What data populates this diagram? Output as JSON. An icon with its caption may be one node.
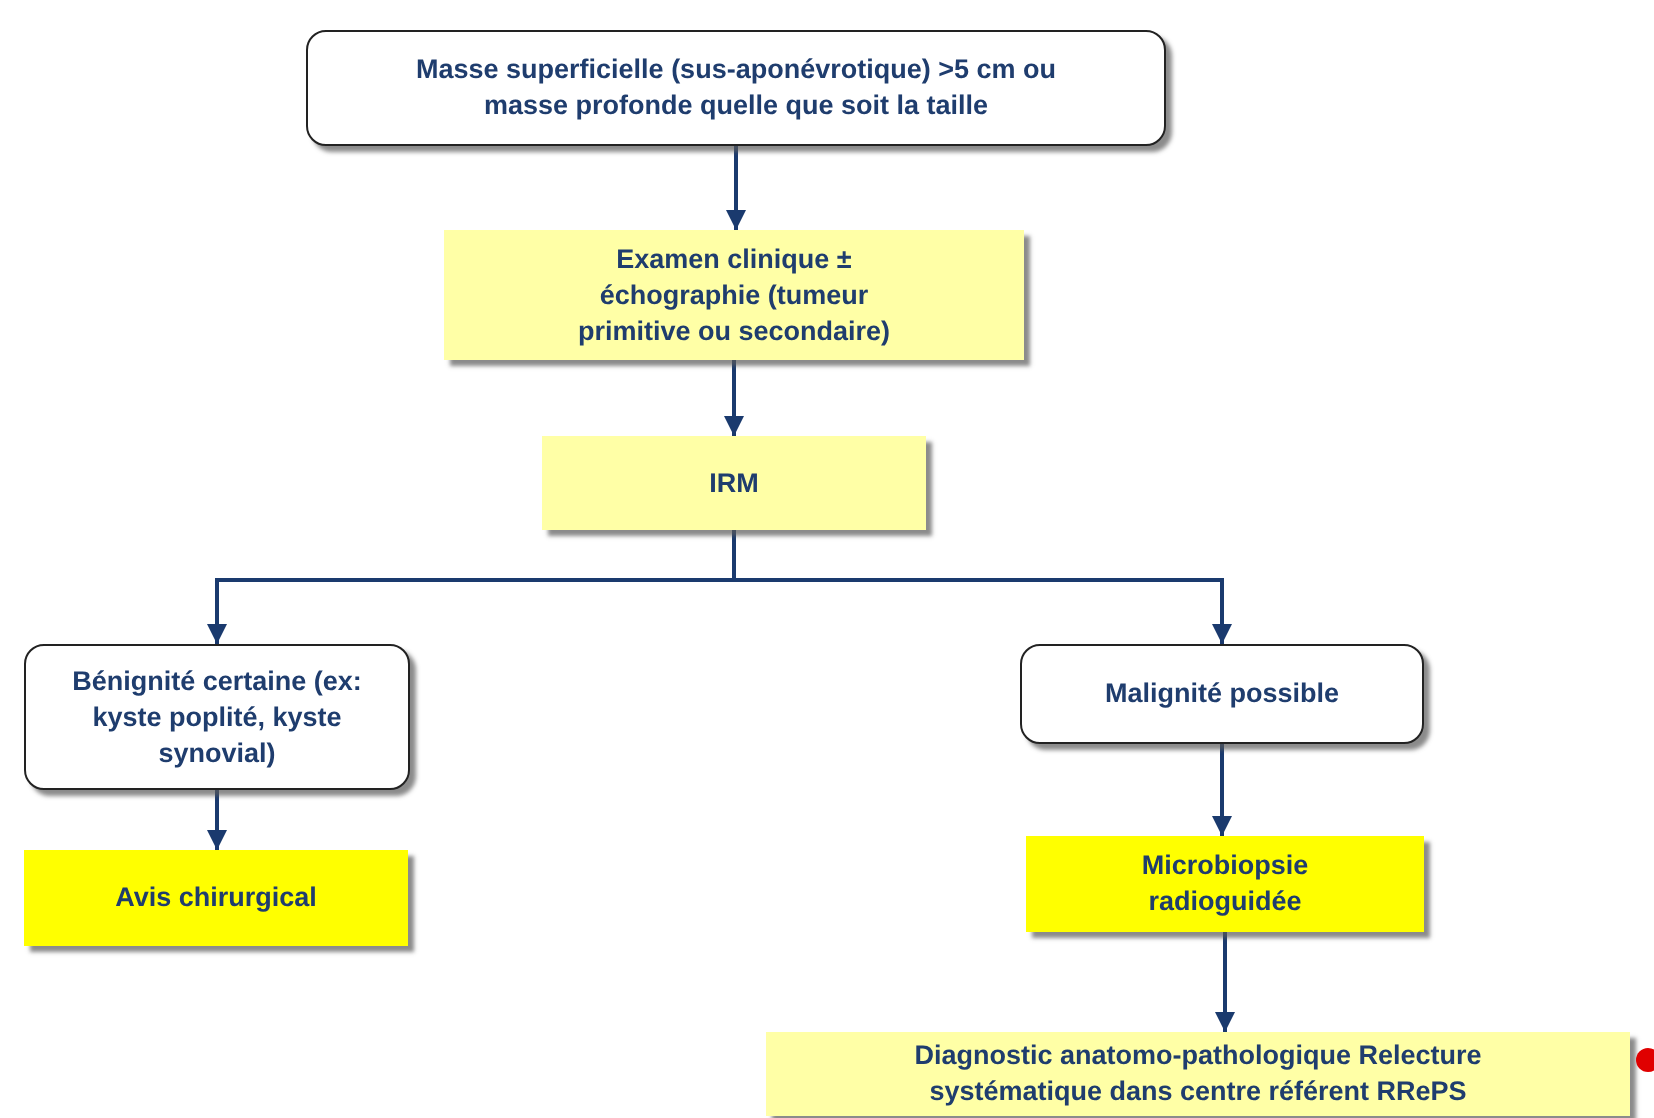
{
  "diagram": {
    "nodes": [
      {
        "text": [
          "Masse superficielle (sus-aponévrotique) >5 cm ou masse profonde quelle que soit la taille"
        ]
      },
      {
        "text": [
          "Examen clinique ± échographie (tumeur primitive ou secondaire)"
        ]
      },
      {
        "text": [
          "IRM"
        ]
      },
      {
        "text": [
          "Bénignité certaine (ex: kyste poplité, kyste synovial)"
        ]
      },
      {
        "text": [
          "Malignité possible"
        ]
      },
      {
        "text": [
          "Avis chirurgical"
        ]
      },
      {
        "text": [
          "Microbiopsie radioguidée"
        ]
      },
      {
        "text": [
          "Diagnostic anatomo-pathologique Relecture systématique dans centre référent RRePS"
        ]
      }
    ],
    "edges": [
      {
        "from": 0,
        "to": 1,
        "arrow": "to"
      },
      {
        "from": 1,
        "to": 2,
        "arrow": "to"
      },
      {
        "from": 2,
        "to": 3,
        "arrow": "to"
      },
      {
        "from": 2,
        "to": 4,
        "arrow": "to"
      },
      {
        "from": 3,
        "to": 5,
        "arrow": "to"
      },
      {
        "from": 4,
        "to": 6,
        "arrow": "to"
      },
      {
        "from": 6,
        "to": 7,
        "arrow": "to"
      }
    ]
  }
}
